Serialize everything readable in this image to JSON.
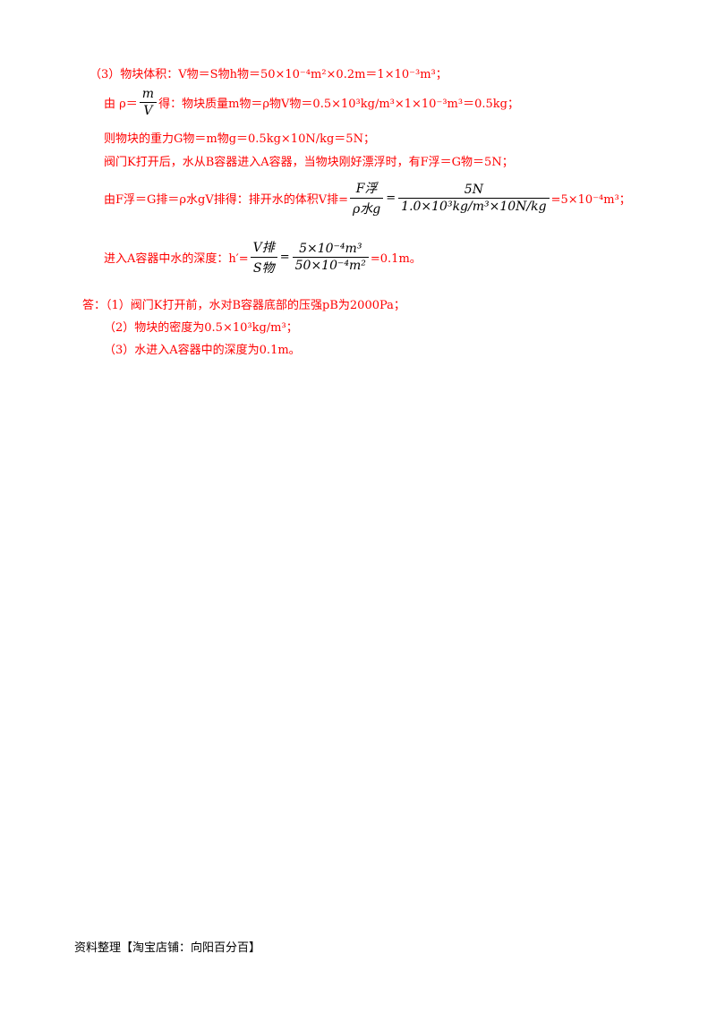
{
  "lines": {
    "l1": "（3）物块体积：V物＝S物h物＝50×10⁻⁴m²×0.2m＝1×10⁻³m³；",
    "l2_pre": "由 ρ＝",
    "l2_num": "m",
    "l2_den": "V",
    "l2_post": "得：物块质量m物＝ρ物V物＝0.5×10³kg/m³×1×10⁻³m³＝0.5kg；",
    "l3": "则物块的重力G物＝m物g＝0.5kg×10N/kg＝5N；",
    "l4": "阀门K打开后，水从B容器进入A容器，当物块刚好漂浮时，有F浮＝G物＝5N；",
    "l5_pre": "由F浮＝G排＝ρ水gV排得：排开水的体积V排=",
    "l5_f1_num": "F浮",
    "l5_f1_den": "ρ水g",
    "l5_f2_num": "5N",
    "l5_f2_den": "1.0×10³kg/m³×10N/kg",
    "l5_post": "=5×10⁻⁴m³；",
    "l6_pre": "进入A容器中水的深度：h′=",
    "l6_f1_num": "V排",
    "l6_f1_den": "S物",
    "l6_f2_num": "5×10⁻⁴m³",
    "l6_f2_den": "50×10⁻⁴m²",
    "l6_post": "=0.1m。",
    "ans_head": "答：（1）阀门K打开前，水对B容器底部的压强pB为2000Pa；",
    "ans_2": "（2）物块的密度为0.5×10³kg/m³；",
    "ans_3": "（3）水进入A容器中的深度为0.1m。"
  },
  "footer": "资料整理【淘宝店铺：向阳百分百】",
  "colors": {
    "answer_text": "#ff0000",
    "formula_text": "#000000"
  }
}
